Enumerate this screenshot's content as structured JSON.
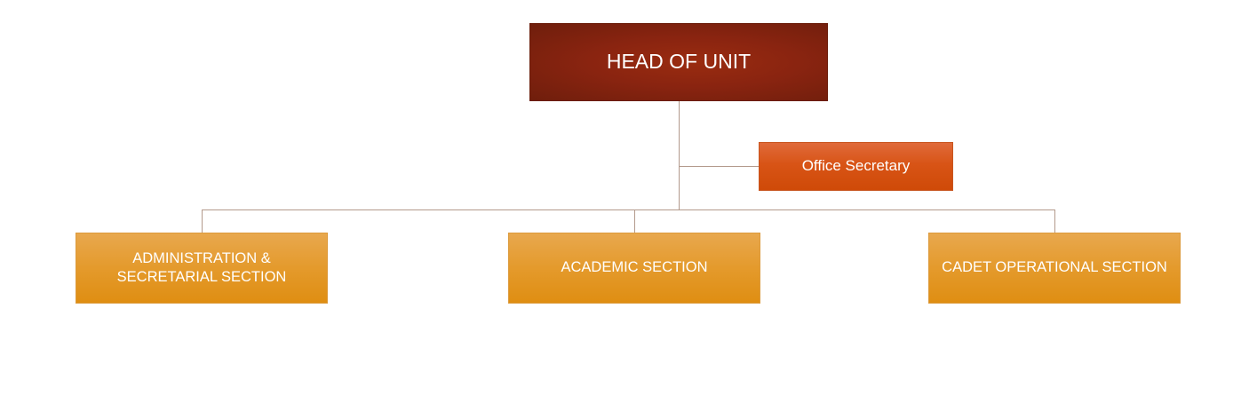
{
  "org_chart": {
    "head": {
      "label": "HEAD OF UNIT"
    },
    "assistant": {
      "label": "Office Secretary"
    },
    "sections": [
      {
        "lines": [
          "ADMINISTRATION &",
          "SECRETARIAL SECTION"
        ]
      },
      {
        "lines": [
          "ACADEMIC SECTION"
        ]
      },
      {
        "lines": [
          "CADET OPERATIONAL SECTION"
        ]
      }
    ]
  },
  "colors": {
    "head_fill": "#8a2410",
    "assistant_fill": "#d85416",
    "section_fill": "#e49a2c",
    "connector": "#b39a8c",
    "text": "#ffffff"
  }
}
